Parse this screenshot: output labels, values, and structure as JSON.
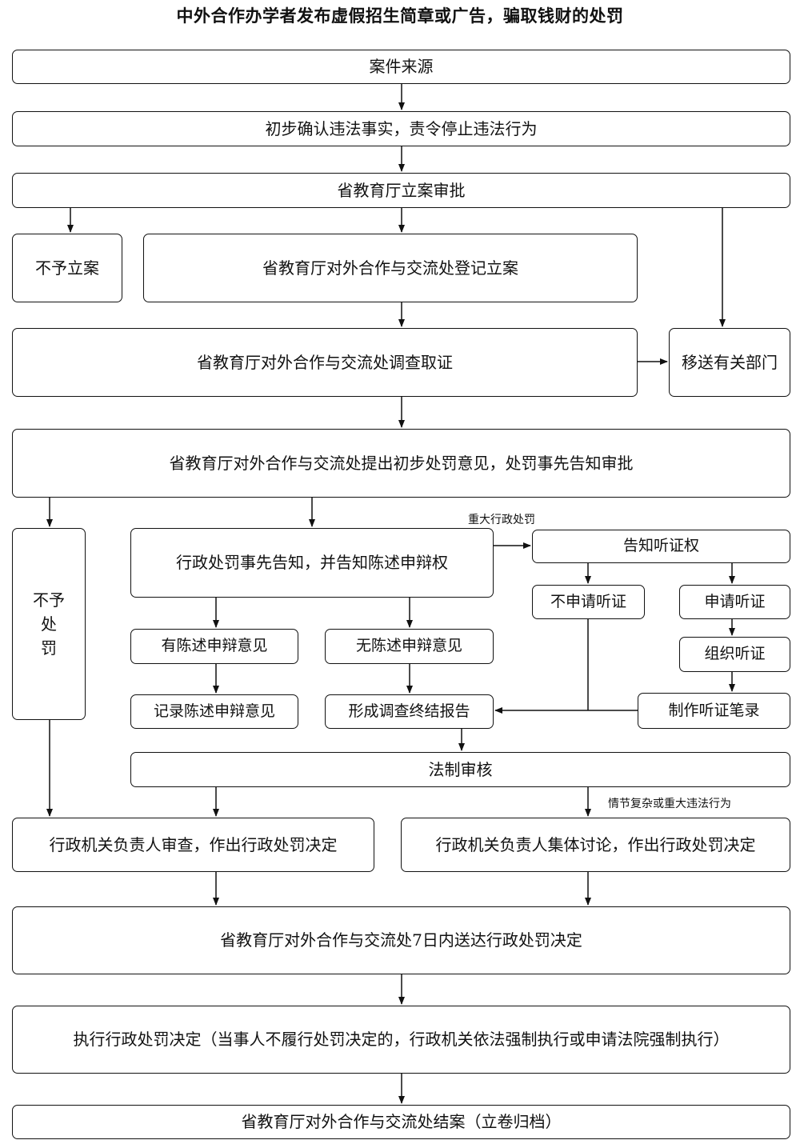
{
  "title": "中外合作办学者发布虚假招生简章或广告，骗取钱财的处罚",
  "nodes": {
    "case_source": "案件来源",
    "confirm": "初步确认违法事实，责令停止违法行为",
    "approve": "省教育厅立案审批",
    "no_filing": "不予立案",
    "register": "省教育厅对外合作与交流处登记立案",
    "investigate": "省教育厅对外合作与交流处调查取证",
    "transfer": "移送有关部门",
    "opinion": "省教育厅对外合作与交流处提出初步处罚意见，处罚事先告知审批",
    "no_penalty_line1": "不予处",
    "no_penalty_line2": "罚",
    "notify": "行政处罚事先告知，并告知陈述申辩权",
    "hearing_right": "告知听证权",
    "no_hearing_request": "不申请听证",
    "hearing_request": "申请听证",
    "has_defense": "有陈述申辩意见",
    "no_defense": "无陈述申辩意见",
    "organize_hearing": "组织听证",
    "record_defense": "记录陈述申辩意见",
    "final_report": "形成调查终结报告",
    "hearing_record": "制作听证笔录",
    "legal_review": "法制审核",
    "head_review": "行政机关负责人审查，作出行政处罚决定",
    "collective": "行政机关负责人集体讨论，作出行政处罚决定",
    "deliver": "省教育厅对外合作与交流处7日内送达行政处罚决定",
    "execute": "执行行政处罚决定（当事人不履行处罚决定的，行政机关依法强制执行或申请法院强制执行）",
    "close": "省教育厅对外合作与交流处结案（立卷归档）"
  },
  "notes": {
    "major_penalty": "重大行政处罚",
    "complex_case": "情节复杂或重大违法行为"
  }
}
